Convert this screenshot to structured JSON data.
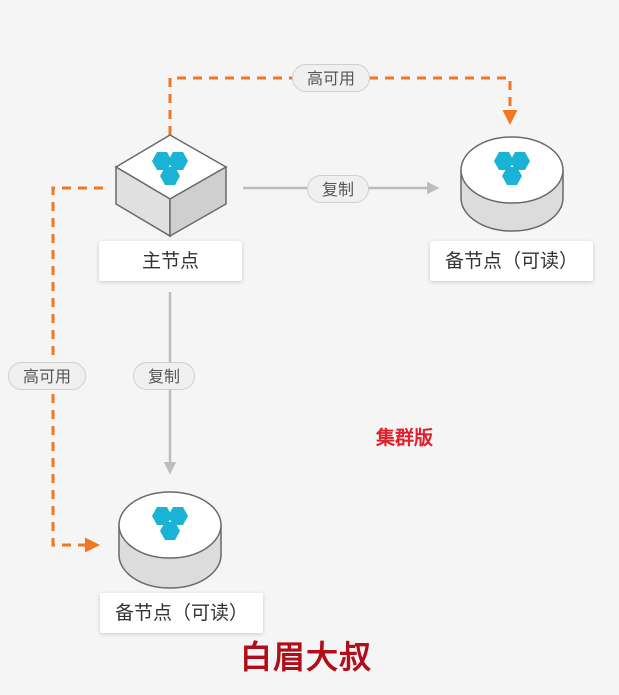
{
  "nodes": {
    "primary": {
      "label": "主节点"
    },
    "replica_right": {
      "label": "备节点（可读）"
    },
    "replica_bottom": {
      "label": "备节点（可读）"
    }
  },
  "edges": {
    "ha_top": {
      "label": "高可用"
    },
    "ha_left": {
      "label": "高可用"
    },
    "replicate_right": {
      "label": "复制"
    },
    "replicate_down": {
      "label": "复制"
    }
  },
  "caption": "集群版",
  "watermark": "白眉大叔",
  "colors": {
    "ha_line": "#f07822",
    "replication_line": "#bdbdbd",
    "node_icon": "#1ab3d6",
    "caption": "#e0202a",
    "watermark": "#b00e1a"
  },
  "icons": {
    "node_icon": "hexagon-cluster-icon"
  }
}
